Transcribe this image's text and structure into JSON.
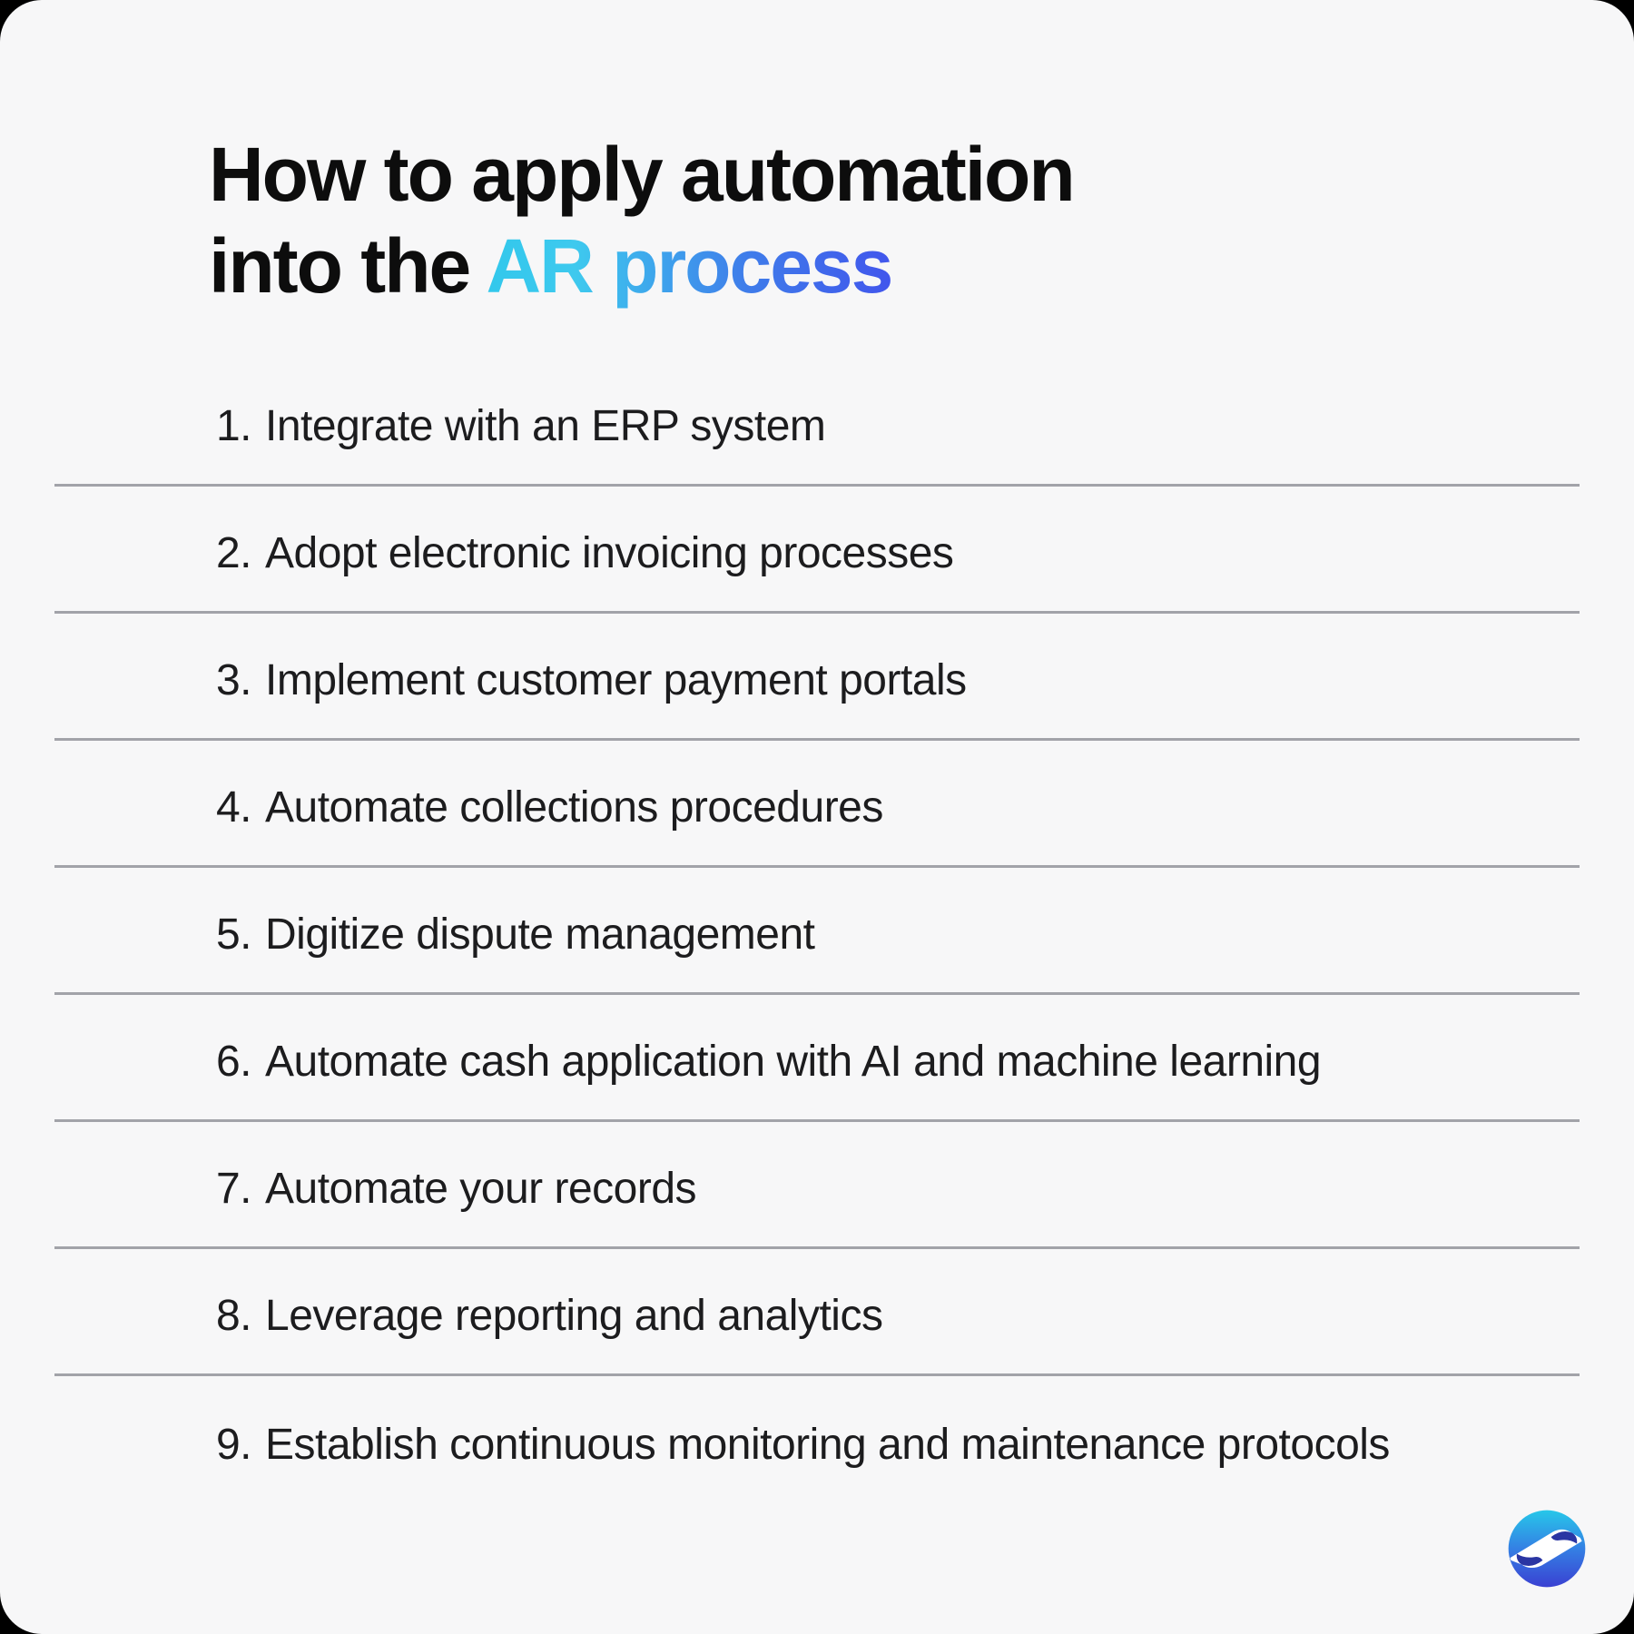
{
  "page": {
    "outside_background": "#000000",
    "card_background": "#f7f7f8",
    "divider_color": "#a2a3a9"
  },
  "title": {
    "line1": "How to apply automation",
    "line2_prefix": "into the ",
    "line2_highlight": "AR process",
    "text_color": "#0d0d0d",
    "highlight_gradient_start": "#32c8ec",
    "highlight_gradient_end": "#4156ec"
  },
  "list": {
    "items": [
      {
        "number": "1.",
        "label": "Integrate with an ERP system"
      },
      {
        "number": "2.",
        "label": "Adopt electronic invoicing processes"
      },
      {
        "number": "3.",
        "label": "Implement customer payment portals"
      },
      {
        "number": "4.",
        "label": "Automate collections procedures"
      },
      {
        "number": "5.",
        "label": "Digitize dispute management"
      },
      {
        "number": "6.",
        "label": "Automate cash application with AI and machine learning"
      },
      {
        "number": "7.",
        "label": "Automate your records"
      },
      {
        "number": "8.",
        "label": "Leverage reporting and analytics"
      },
      {
        "number": "9.",
        "label": "Establish continuous monitoring and maintenance protocols"
      }
    ]
  },
  "logo": {
    "description": "blue circular logo with white lightning bolt",
    "circle_gradient_top": "#27c7e9",
    "circle_gradient_bottom": "#3a41d2",
    "wedge_color": "#2a35a3",
    "bolt_color": "#ffffff"
  }
}
